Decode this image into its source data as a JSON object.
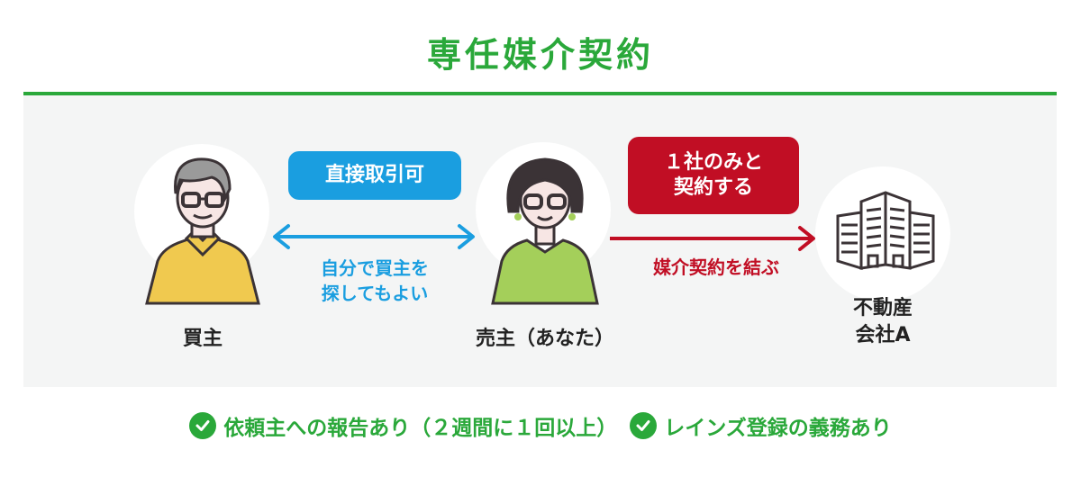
{
  "title": "専任媒介契約",
  "colors": {
    "accent_green": "#2aa83a",
    "direct_blue": "#1a9ee0",
    "contract_red": "#c10e24",
    "panel_bg": "#f4f5f5"
  },
  "nodes": [
    {
      "id": "buyer",
      "label": "買主",
      "icon": "man-with-glasses-avatar",
      "shirt_color": "#f0c94f"
    },
    {
      "id": "seller",
      "label": "売主（あなた）",
      "icon": "woman-with-glasses-avatar",
      "shirt_color": "#a4cf5a"
    },
    {
      "id": "agency",
      "label_line1": "不動産",
      "label_line2": "会社A",
      "icon": "office-building-icon"
    }
  ],
  "links": [
    {
      "from": "buyer",
      "to": "seller",
      "direction": "both",
      "badge": "直接取引可",
      "note_line1": "自分で買主を",
      "note_line2": "探してもよい",
      "color": "#1a9ee0"
    },
    {
      "from": "seller",
      "to": "agency",
      "direction": "forward",
      "badge_line1": "１社のみと",
      "badge_line2": "契約する",
      "note": "媒介契約を結ぶ",
      "color": "#c10e24"
    }
  ],
  "features": [
    {
      "icon": "check-circle-icon",
      "text": "依頼主への報告あり（２週間に１回以上）"
    },
    {
      "icon": "check-circle-icon",
      "text": "レインズ登録の義務あり"
    }
  ]
}
